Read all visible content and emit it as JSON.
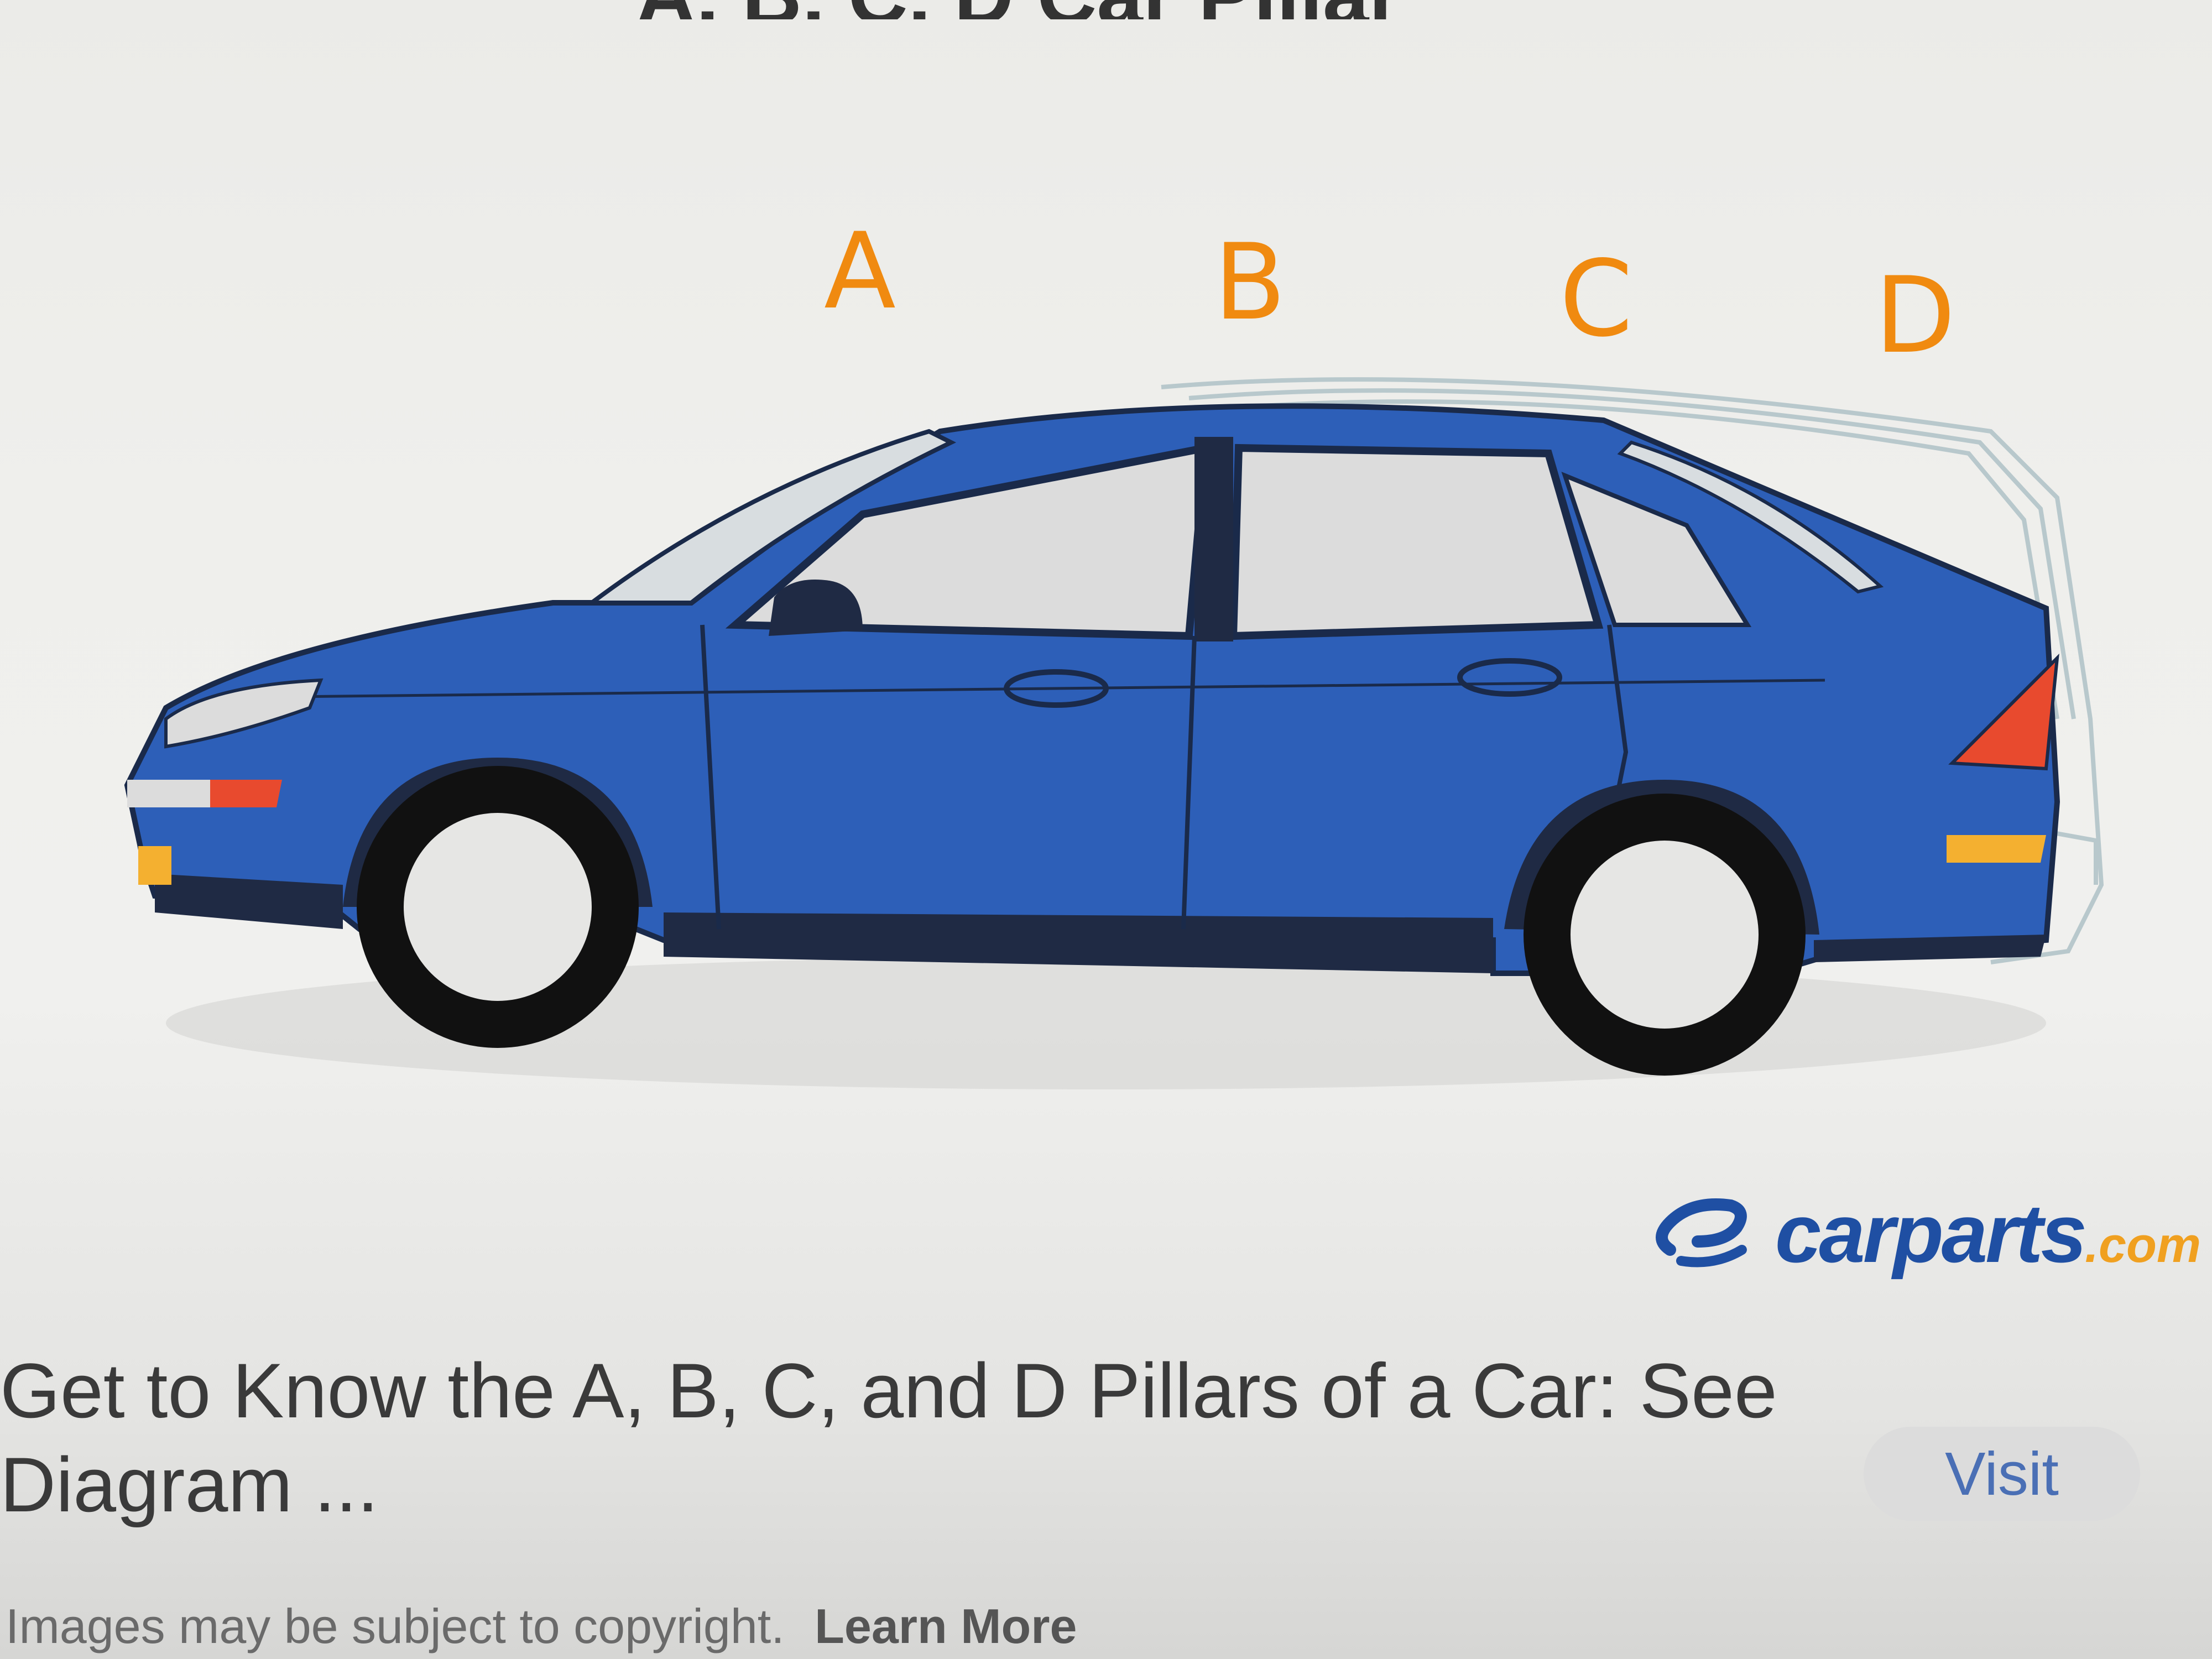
{
  "header": {
    "title_fragment": "A, B, C, D Car Pillar"
  },
  "image": {
    "pillar_labels": [
      "A",
      "B",
      "C",
      "D"
    ],
    "source_logo": {
      "name": "carparts",
      "suffix": ".com",
      "icon": "carparts-swirl-icon"
    },
    "colors": {
      "car_body": "#2d5fb8",
      "label_orange": "#f08a10",
      "logo_blue": "#1f4fa3",
      "taillight": "#e84a2e",
      "reflector": "#f4b030"
    }
  },
  "result": {
    "title": "Get to Know the A, B, C, and D Pillars of a Car: See Diagram ...",
    "visit_label": "Visit",
    "copyright_note": "Images may be subject to copyright.",
    "learn_more_label": "Learn More"
  }
}
